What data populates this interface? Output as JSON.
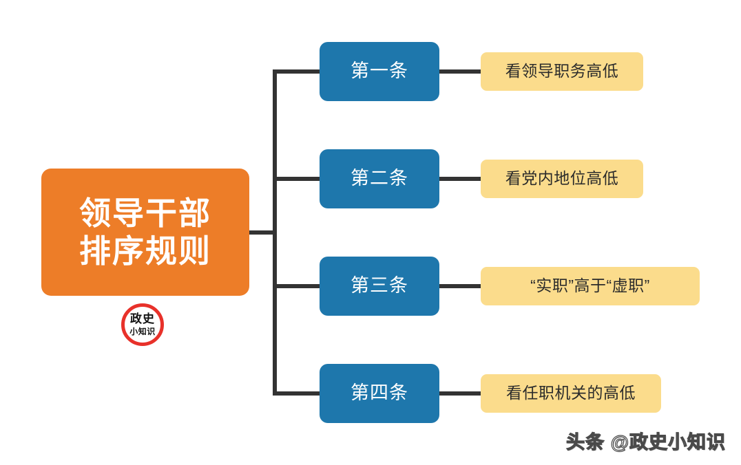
{
  "diagram": {
    "type": "mind-map",
    "root": {
      "label": "领导干部\n排序规则",
      "color": "#ED7D28",
      "text_color": "#ffffff"
    },
    "branch_color": "#1E77AC",
    "leaf_color": "#FBDC8C",
    "connector_color": "#333333",
    "branches": [
      {
        "label": "第一条",
        "leaf": "看领导职务高低"
      },
      {
        "label": "第二条",
        "leaf": "看党内地位高低"
      },
      {
        "label": "第三条",
        "leaf": "“实职”高于“虚职”"
      },
      {
        "label": "第四条",
        "leaf": "看任职机关的高低"
      }
    ]
  },
  "seal": {
    "top_text": "政史",
    "bottom_text": "小知识",
    "ring_color": "#E8312A"
  },
  "watermark": {
    "text": "头条 @政史小知识"
  }
}
